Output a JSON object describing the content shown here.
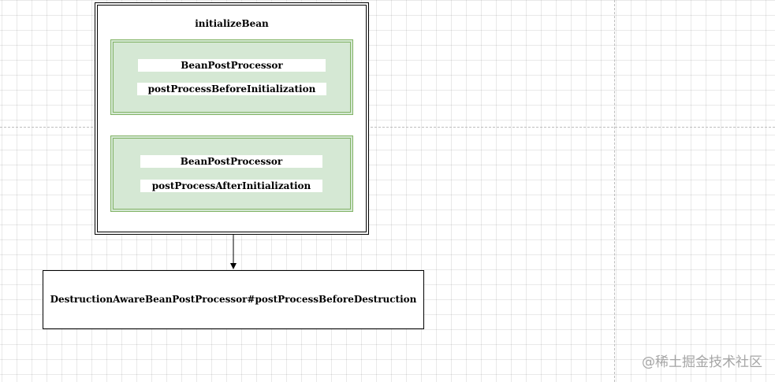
{
  "diagram": {
    "container": {
      "title": "initializeBean"
    },
    "before_processor": {
      "name": "BeanPostProcessor",
      "method": "postProcessBeforeInitialization"
    },
    "after_processor": {
      "name": "BeanPostProcessor",
      "method": "postProcessAfterInitialization"
    },
    "destruction": {
      "label": "DestructionAwareBeanPostProcessor#postProcessBeforeDestruction"
    }
  },
  "watermark": "@稀土掘金技术社区",
  "colors": {
    "processor_fill": "#d5e8d4",
    "processor_border": "#82b366",
    "line": "#000000",
    "grid": "#e6e6e6",
    "page_break": "#bdbdbd",
    "watermark": "#a6a6a6"
  }
}
